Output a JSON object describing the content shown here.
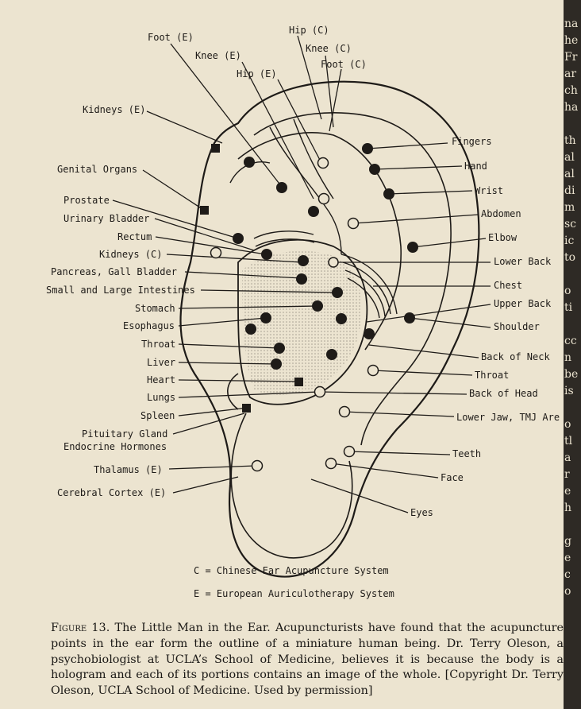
{
  "labels_left": [
    {
      "key": "foot_e",
      "text": "Foot (E)"
    },
    {
      "key": "knee_e",
      "text": "Knee (E)"
    },
    {
      "key": "hip_e",
      "text": "Hip (E)"
    },
    {
      "key": "hip_c",
      "text": "Hip (C)"
    },
    {
      "key": "knee_c",
      "text": "Knee (C)"
    },
    {
      "key": "foot_c",
      "text": "Foot (C)"
    },
    {
      "key": "kidneys_e",
      "text": "Kidneys (E)"
    },
    {
      "key": "genital",
      "text": "Genital Organs"
    },
    {
      "key": "prostate",
      "text": "Prostate"
    },
    {
      "key": "urinary",
      "text": "Urinary Bladder"
    },
    {
      "key": "rectum",
      "text": "Rectum"
    },
    {
      "key": "kidneys_c",
      "text": "Kidneys (C)"
    },
    {
      "key": "pancreas",
      "text": "Pancreas, Gall Bladder"
    },
    {
      "key": "intestines",
      "text": "Small and Large Intestines"
    },
    {
      "key": "stomach",
      "text": "Stomach"
    },
    {
      "key": "esophagus",
      "text": "Esophagus"
    },
    {
      "key": "throat_l",
      "text": "Throat"
    },
    {
      "key": "liver",
      "text": "Liver"
    },
    {
      "key": "heart",
      "text": "Heart"
    },
    {
      "key": "lungs",
      "text": "Lungs"
    },
    {
      "key": "spleen",
      "text": "Spleen"
    },
    {
      "key": "pituitary",
      "text": "Pituitary Gland"
    },
    {
      "key": "endocrine",
      "text": "Endocrine Hormones"
    },
    {
      "key": "thalamus",
      "text": "Thalamus (E)"
    },
    {
      "key": "cortex",
      "text": "Cerebral Cortex (E)"
    }
  ],
  "labels_right": [
    {
      "key": "fingers",
      "text": "Fingers"
    },
    {
      "key": "hand",
      "text": "Hand"
    },
    {
      "key": "wrist",
      "text": "Wrist"
    },
    {
      "key": "abdomen",
      "text": "Abdomen"
    },
    {
      "key": "elbow",
      "text": "Elbow"
    },
    {
      "key": "lower_back",
      "text": "Lower Back"
    },
    {
      "key": "chest",
      "text": "Chest"
    },
    {
      "key": "upper_back",
      "text": "Upper Back"
    },
    {
      "key": "shoulder",
      "text": "Shoulder"
    },
    {
      "key": "back_neck",
      "text": "Back of Neck"
    },
    {
      "key": "throat_r",
      "text": "Throat"
    },
    {
      "key": "back_head",
      "text": "Back of Head"
    },
    {
      "key": "jaw",
      "text": "Lower Jaw, TMJ Are"
    },
    {
      "key": "teeth",
      "text": "Teeth"
    },
    {
      "key": "face",
      "text": "Face"
    },
    {
      "key": "eyes",
      "text": "Eyes"
    }
  ],
  "legend": {
    "c": "C = Chinese Ear Acupuncture System",
    "e": "E = European Auriculotherapy System"
  },
  "caption": {
    "figure": "Figure 13.",
    "text": " The Little Man in the Ear. Acupuncturists have found that the acupuncture points in the ear form the outline of a miniature human being. Dr. Terry Oleson, a psychobiologist at UCLA’s School of Medicine, believes it is because the body is a hologram and each of its portions contains an image of the whole. [Copyright Dr. Terry Oleson, UCLA School of Medicine. Used by permission]"
  },
  "facing_page_edge": [
    "na",
    "he",
    "Fr",
    "ar",
    "ch",
    "ha",
    "",
    "th",
    "al",
    "al",
    "di",
    "m",
    "sc",
    "ic",
    "to",
    "",
    "o",
    "ti",
    "",
    "cc",
    "n",
    "be",
    "is",
    "",
    "o",
    "tl",
    "a",
    "r",
    "e",
    "h",
    "",
    "g",
    "e",
    "c",
    "o"
  ],
  "colors": {
    "paper": "#ece4d0",
    "ink": "#1e1b18",
    "shade": "#b9b2a3"
  }
}
